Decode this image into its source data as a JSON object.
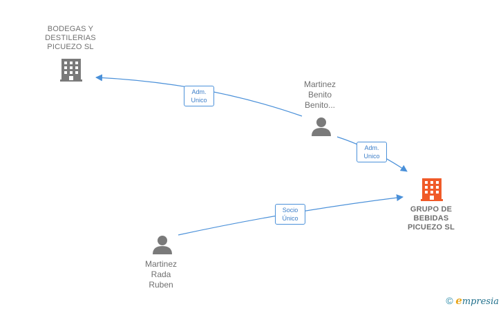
{
  "colors": {
    "edge": "#4a90d9",
    "company": "#7a7a7a",
    "focus_company": "#f05a28",
    "person": "#7a7a7a"
  },
  "nodes": {
    "bodegas": {
      "label": "BODEGAS Y\nDESTILERIAS\nPICUEZO  SL",
      "icon": "building-icon"
    },
    "grupo": {
      "label": "GRUPO DE\nBEBIDAS\nPICUEZO  SL",
      "icon": "building-icon"
    },
    "benito": {
      "label": "Martinez\nBenito\nBenito...",
      "icon": "person-icon"
    },
    "rada": {
      "label": "Martinez\nRada\nRuben",
      "icon": "person-icon"
    }
  },
  "edges": {
    "benito_bodegas": {
      "label": "Adm.\nUnico"
    },
    "benito_grupo": {
      "label": "Adm.\nUnico"
    },
    "rada_grupo": {
      "label": "Socio\nÚnico"
    }
  },
  "footer": {
    "copyright": "©",
    "brand_initial": "e",
    "brand_rest": "mpresia"
  }
}
